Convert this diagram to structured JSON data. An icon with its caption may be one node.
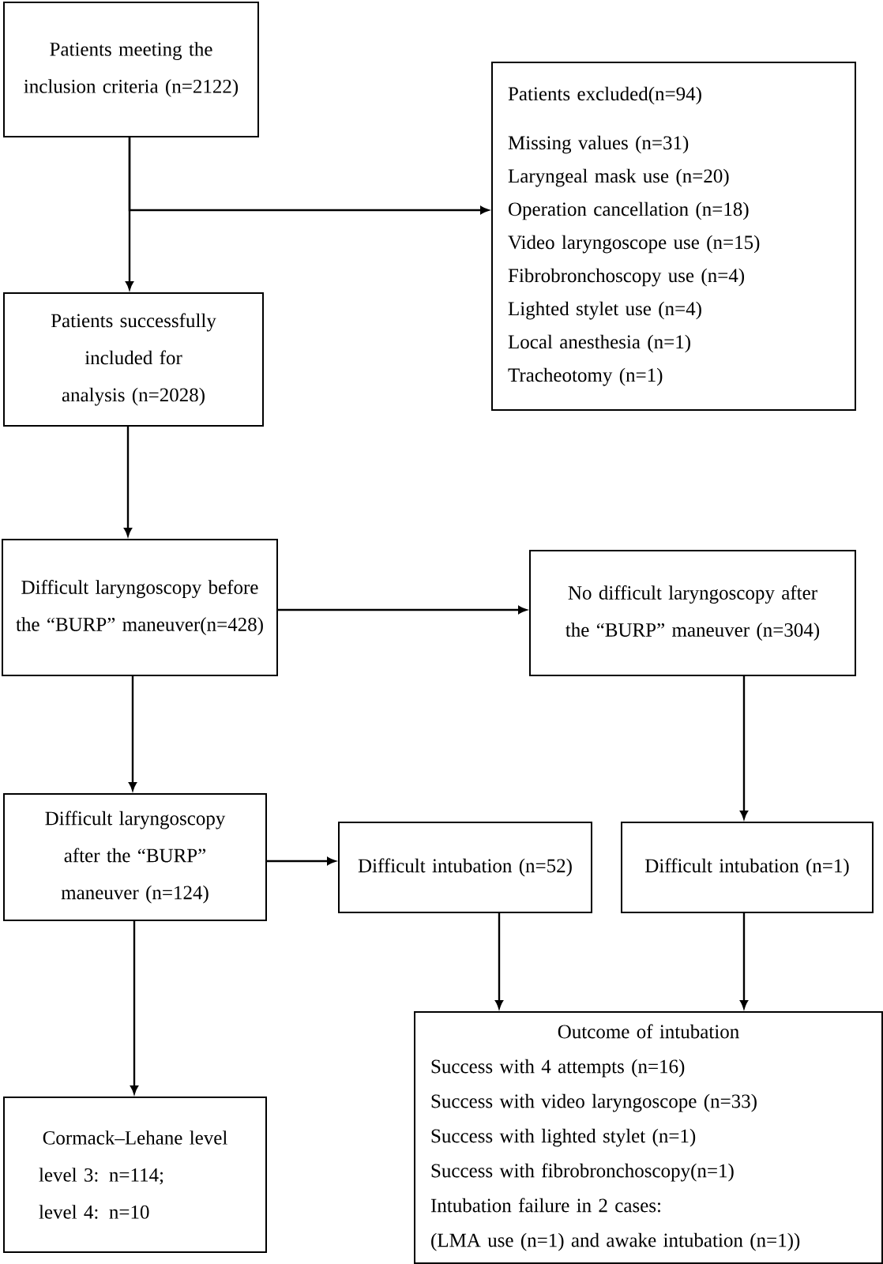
{
  "diagram": {
    "nodes": [
      {
        "text": [
          "Patients meeting the inclusion criteria (n=2122)"
        ]
      },
      {
        "text": [
          "Patients excluded(n=94)",
          "Missing values (n=31)",
          "Laryngeal mask use (n=20)",
          "Operation cancellation (n=18)",
          "Video laryngoscope use (n=15)",
          "Fibrobronchoscopy use (n=4)",
          "Lighted stylet use (n=4)",
          "Local anesthesia (n=1)",
          "Tracheotomy (n=1)"
        ]
      },
      {
        "text": [
          "Patients successfully included for analysis (n=2028)"
        ]
      },
      {
        "text": [
          "Difficult laryngoscopy before the “BURP” maneuver(n=428)"
        ]
      },
      {
        "text": [
          "No difficult laryngoscopy after the “BURP” maneuver (n=304)"
        ]
      },
      {
        "text": [
          "Difficult laryngoscopy after the “BURP” maneuver (n=124)"
        ]
      },
      {
        "text": [
          "Difficult intubation (n=52)"
        ]
      },
      {
        "text": [
          "Difficult intubation (n=1)"
        ]
      },
      {
        "text": [
          "Outcome of intubation",
          "Success with 4 attempts (n=16)",
          "Success with video laryngoscope (n=33)",
          "Success with lighted stylet (n=1)",
          "Success with fibrobronchoscopy(n=1)",
          "Intubation failure in 2 cases:",
          "(LMA use (n=1) and awake intubation (n=1))"
        ]
      },
      {
        "text": [
          "Cormack–Lehane level",
          "level 3: n=114;",
          "level 4: n=10"
        ]
      }
    ],
    "edges": [
      {
        "from": 0,
        "to": 2,
        "arrow": "to"
      },
      {
        "from": 0,
        "to": 1,
        "arrow": "to"
      },
      {
        "from": 2,
        "to": 3,
        "arrow": "to"
      },
      {
        "from": 3,
        "to": 4,
        "arrow": "to"
      },
      {
        "from": 3,
        "to": 5,
        "arrow": "to"
      },
      {
        "from": 4,
        "to": 7,
        "arrow": "to"
      },
      {
        "from": 5,
        "to": 6,
        "arrow": "to"
      },
      {
        "from": 5,
        "to": 9,
        "arrow": "to"
      },
      {
        "from": 6,
        "to": 8,
        "arrow": "to"
      },
      {
        "from": 7,
        "to": 8,
        "arrow": "to"
      }
    ]
  }
}
